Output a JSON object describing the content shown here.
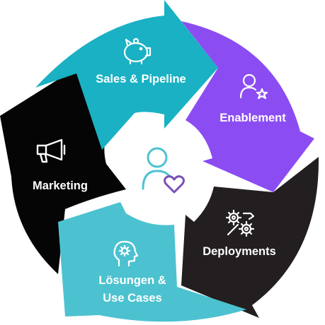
{
  "segments": [
    {
      "id": "sales",
      "lines": [
        "Sales & Pipeline"
      ],
      "icon": "piggy-bank-icon",
      "color": "#19b1c3"
    },
    {
      "id": "enablement",
      "lines": [
        "Enablement"
      ],
      "icon": "user-star-icon",
      "color": "#8b4df2"
    },
    {
      "id": "deployments",
      "lines": [
        "Deployments"
      ],
      "icon": "gears-icon",
      "color": "#231f20"
    },
    {
      "id": "losungen",
      "lines": [
        "Lösungen &",
        "Use Cases"
      ],
      "icon": "head-gear-icon",
      "color": "#4cc2d0"
    },
    {
      "id": "marketing",
      "lines": [
        "Marketing"
      ],
      "icon": "megaphone-icon",
      "color": "#050505"
    }
  ],
  "center": {
    "icon": "user-heart-icon",
    "icon_color": "#4cc2d0",
    "heart_color": "#7b4fb8"
  }
}
